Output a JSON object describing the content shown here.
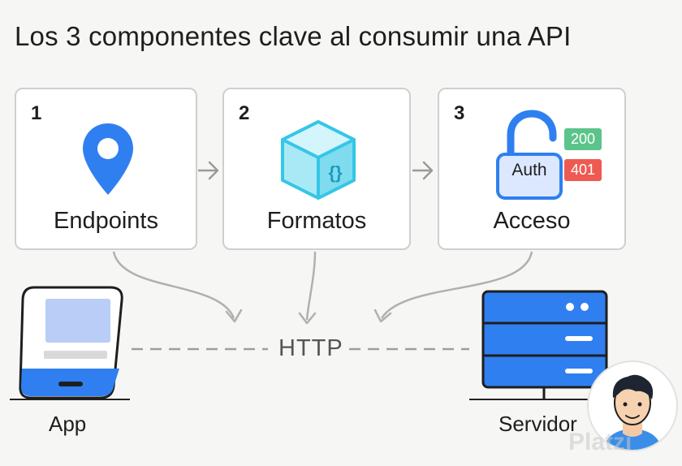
{
  "title": "Los 3 componentes clave al consumir una API",
  "components": [
    {
      "number": "1",
      "label": "Endpoints",
      "icon": "location-pin-icon"
    },
    {
      "number": "2",
      "label": "Formatos",
      "icon": "code-cube-icon"
    },
    {
      "number": "3",
      "label": "Acceso",
      "icon": "unlocked-padlock-icon"
    }
  ],
  "access_icon": {
    "lock_text": "Auth",
    "status_ok": "200",
    "status_error": "401"
  },
  "connection_label": "HTTP",
  "client_label": "App",
  "server_label": "Servidor",
  "watermark": "Platzi",
  "colors": {
    "accent_blue": "#2f7ff0",
    "cube_cyan": "#36c6e6",
    "status_ok": "#5cc48a",
    "status_error": "#ee5a52",
    "card_border": "#cfcfcf"
  }
}
